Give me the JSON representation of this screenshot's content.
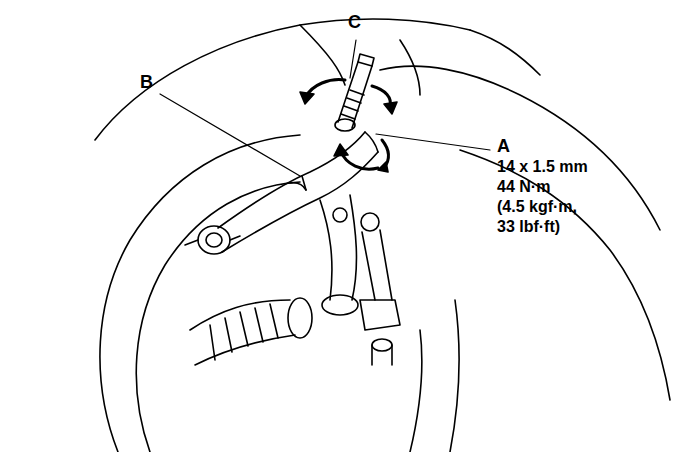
{
  "diagram": {
    "labels": [
      "B",
      "C",
      "A",
      "14 x 1.5 mm",
      "44 N·m",
      "(4.5 kgf·m, 33 lbf·ft)"
    ]
  }
}
